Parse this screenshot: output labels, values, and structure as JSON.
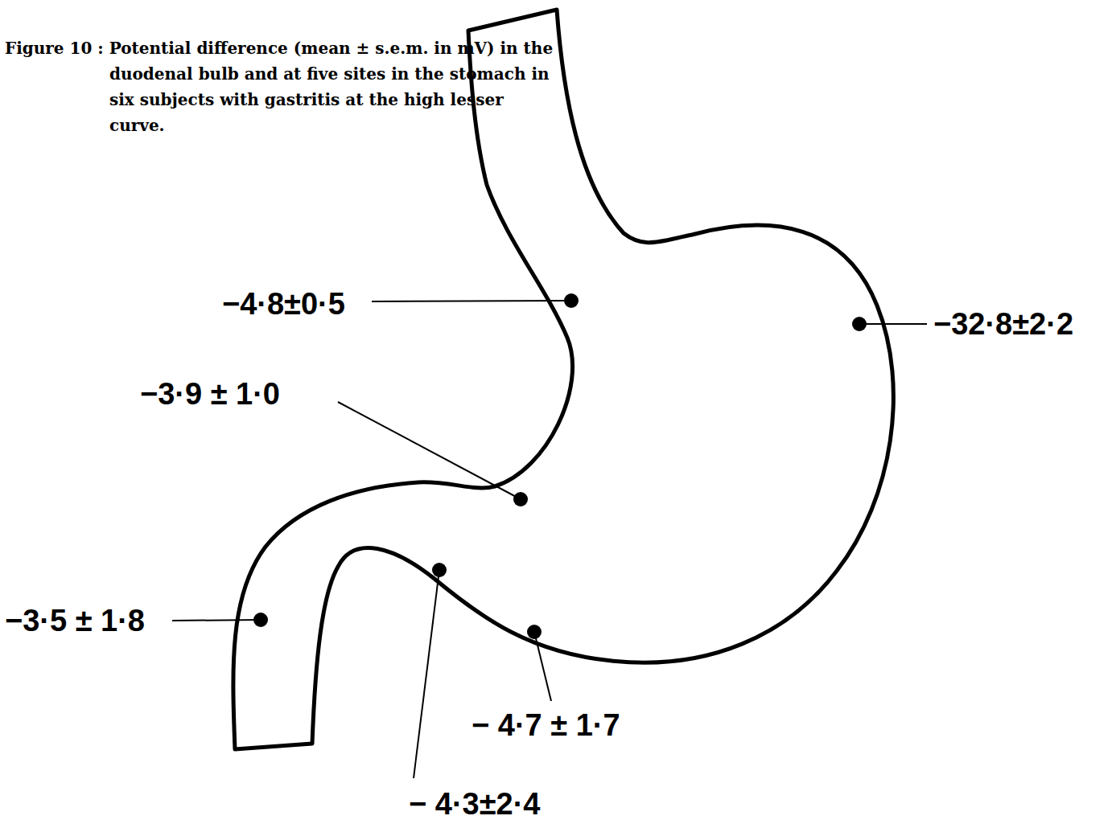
{
  "diagram": {
    "caption": "Figure 10 : Potential difference (mean ± s.e.m. in mV) in the duodenal bulb and at five sites in the stomach in six subjects with gastritis at the high lesser curve.",
    "labels": [
      "−4·8±0·5",
      "−3·9 ± 1·0",
      "−32·8±2·2",
      "−3·5 ± 1·8",
      "− 4·7 ± 1·7",
      "− 4·3±2·4"
    ]
  }
}
